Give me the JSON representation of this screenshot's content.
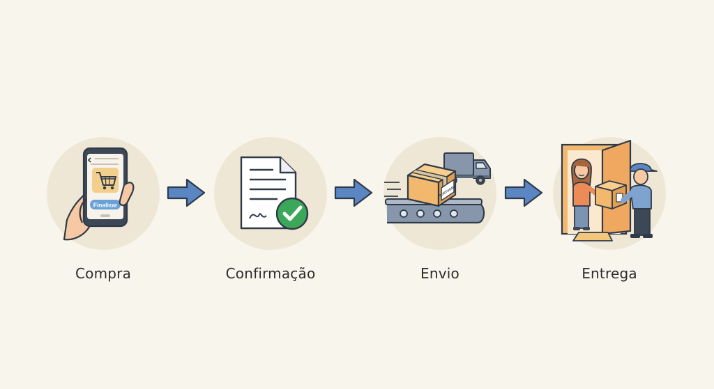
{
  "steps": [
    {
      "id": "compra",
      "label": "Compra",
      "icon": "smartphone-cart-icon",
      "button_text": "Finalizar"
    },
    {
      "id": "confirmacao",
      "label": "Confirmação",
      "icon": "document-check-icon"
    },
    {
      "id": "envio",
      "label": "Envio",
      "icon": "package-conveyor-truck-icon",
      "box_text": "PORTUGAL"
    },
    {
      "id": "entrega",
      "label": "Entrega",
      "icon": "courier-delivery-icon"
    }
  ],
  "colors": {
    "background": "#f8f5ec",
    "circle": "#efe7d6",
    "arrow": "#5b86c4",
    "accent_green": "#3aa858",
    "box": "#f2b96e",
    "outline": "#2f3a48"
  }
}
